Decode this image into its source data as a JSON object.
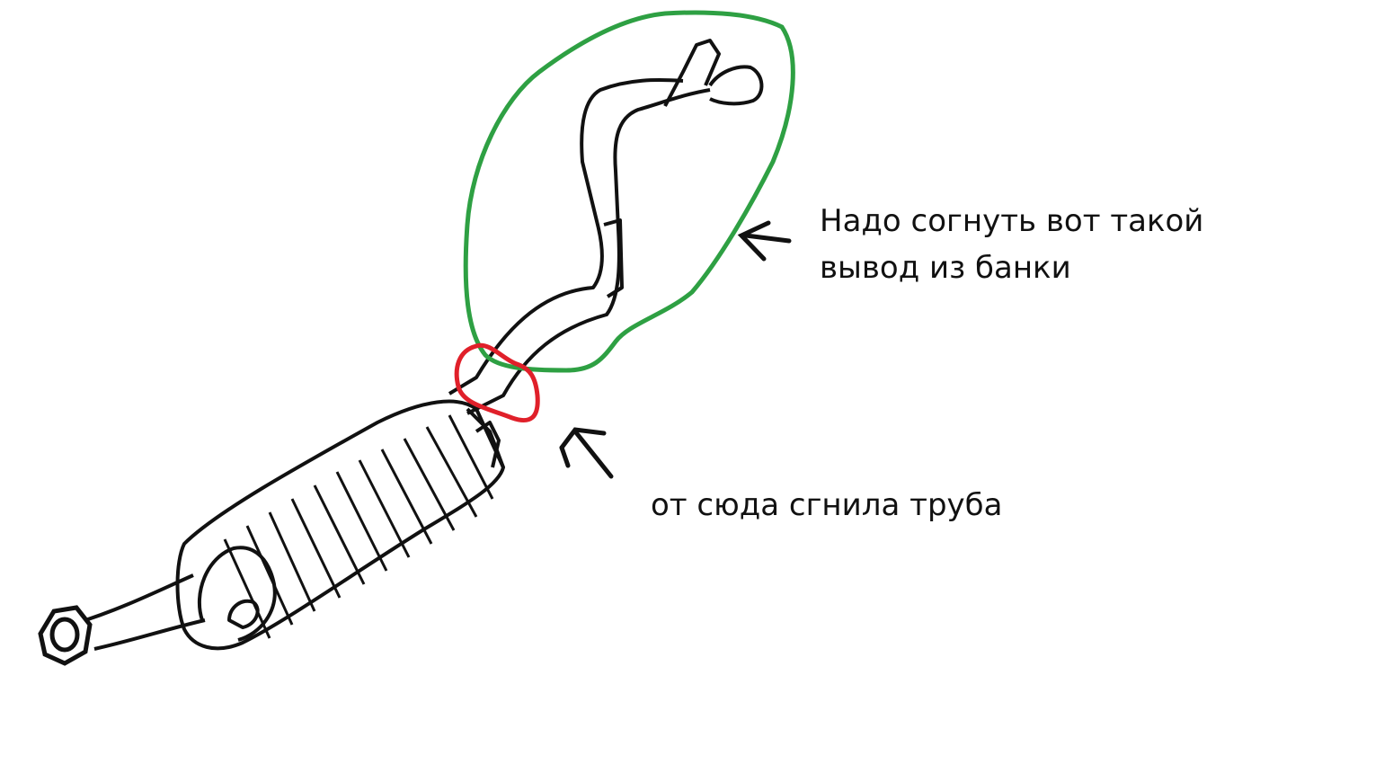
{
  "annotations": {
    "bend_note": {
      "line1": "Надо согнуть вот такой",
      "line2": "вывод из банки"
    },
    "rust_note": "от сюда сгнила труба"
  },
  "colors": {
    "drawing": "#111111",
    "bend_region": "#2ea043",
    "rust_region": "#e0202a",
    "arrow": "#111111"
  }
}
